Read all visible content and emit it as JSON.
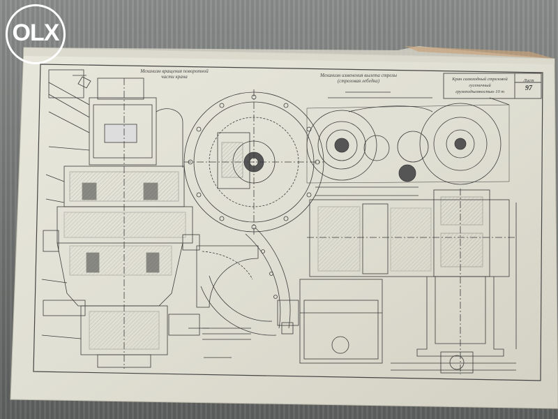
{
  "watermark": {
    "brand_text": "OLX",
    "color": "#ffffff"
  },
  "drawing": {
    "sheet_label": "Лист",
    "sheet_number": "97",
    "stamp_lines": [
      "Кран самоходный стреловой",
      "гусеничный",
      "грузоподъемностью 10 т"
    ],
    "title_left": [
      "Механизм вращения поворотной",
      "части крана"
    ],
    "title_right": [
      "Механизм изменения вылета стрелы",
      "(стреловая лебедка)"
    ],
    "colors": {
      "paper": "#e2e1d6",
      "paper_edge": "#c9c7b8",
      "ink": "#3a3a3a",
      "table": "#7a7d7b"
    }
  }
}
